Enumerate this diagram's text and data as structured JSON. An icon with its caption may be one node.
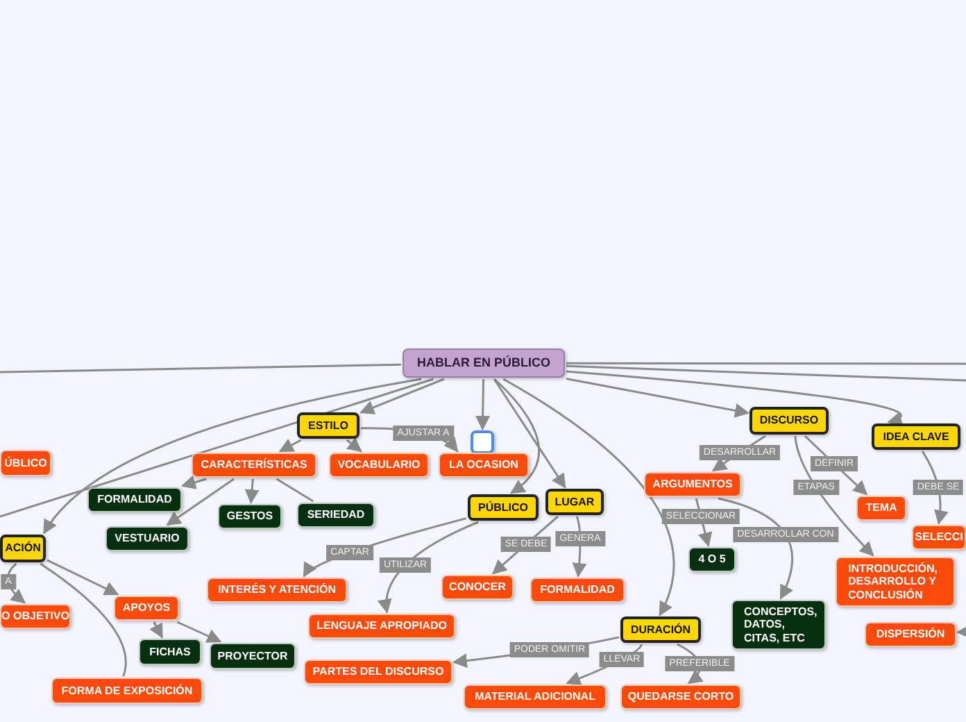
{
  "diagram": {
    "nodes": [
      {
        "text": [
          "HABLAR EN PÚBLICO"
        ]
      },
      {
        "text": [
          "ESTILO"
        ]
      },
      {
        "text": [
          "CARACTERÍSTICAS"
        ]
      },
      {
        "text": [
          "VOCABULARIO"
        ]
      },
      {
        "text": [],
        "shape": "box"
      },
      {
        "text": [
          "LA OCASION"
        ]
      },
      {
        "text": [
          "FORMALIDAD"
        ]
      },
      {
        "text": [
          "GESTOS"
        ]
      },
      {
        "text": [
          "SERIEDAD"
        ]
      },
      {
        "text": [
          "VESTUARIO"
        ]
      },
      {
        "text": [
          "PÚBLICO"
        ]
      },
      {
        "text": [
          "LUGAR"
        ]
      },
      {
        "text": [
          "INTERÉS Y ATENCIÓN"
        ]
      },
      {
        "text": [
          "CONOCER"
        ]
      },
      {
        "text": [
          "FORMALIDAD"
        ]
      },
      {
        "text": [
          "LENGUAJE APROPIADO"
        ]
      },
      {
        "text": [
          "PARTES DEL DISCURSO"
        ]
      },
      {
        "text": [
          "MATERIAL ADICIONAL"
        ]
      },
      {
        "text": [
          "DURACIÓN"
        ]
      },
      {
        "text": [
          "QUEDARSE CORTO"
        ]
      },
      {
        "text": [
          "DISCURSO"
        ]
      },
      {
        "text": [
          "ARGUMENTOS"
        ]
      },
      {
        "text": [
          "4 O 5"
        ]
      },
      {
        "text": [
          "CONCEPTOS, DATOS, CITAS, ETC"
        ]
      },
      {
        "text": [
          "TEMA"
        ]
      },
      {
        "text": [
          "INTRODUCCIÓN, DESARROLLO Y CONCLUSIÓN"
        ]
      },
      {
        "text": [
          "IDEA CLAVE"
        ]
      },
      {
        "text": [
          "SELECCI"
        ]
      },
      {
        "text": [
          "DISPERSIÓN"
        ]
      },
      {
        "text": [
          "ÚBLICO"
        ]
      },
      {
        "text": [
          "ACIÓN"
        ]
      },
      {
        "text": [
          "O OBJETIVO"
        ]
      },
      {
        "text": [
          "APOYOS"
        ]
      },
      {
        "text": [
          "FICHAS"
        ]
      },
      {
        "text": [
          "PROYECTOR"
        ]
      },
      {
        "text": [
          "FORMA DE EXPOSICIÓN"
        ]
      }
    ],
    "edges": [
      {
        "from": 0,
        "to": 1,
        "arrow": "to"
      },
      {
        "from": 0,
        "to": 4,
        "arrow": "to"
      },
      {
        "from": 0,
        "to": 10,
        "arrow": "to"
      },
      {
        "from": 0,
        "to": 11,
        "arrow": "to"
      },
      {
        "from": 0,
        "to": 20,
        "arrow": "to"
      },
      {
        "from": 0,
        "to": 26,
        "arrow": "to"
      },
      {
        "from": 0,
        "to": 18,
        "arrow": "to"
      },
      {
        "from": 0,
        "to": 30,
        "arrow": "to"
      },
      {
        "from": 0,
        "to": null,
        "arrow": "none"
      },
      {
        "from": 0,
        "to": null,
        "arrow": "none"
      },
      {
        "from": 0,
        "to": null,
        "arrow": "none"
      },
      {
        "from": 0,
        "to": null,
        "arrow": "none"
      },
      {
        "from": 1,
        "to": 2,
        "arrow": "to"
      },
      {
        "from": 1,
        "to": 3,
        "arrow": "to"
      },
      {
        "from": 1,
        "to": 5,
        "label": "AJUSTAR A",
        "arrow": "to"
      },
      {
        "from": 2,
        "to": 6,
        "arrow": "to"
      },
      {
        "from": 2,
        "to": 7,
        "arrow": "to"
      },
      {
        "from": 2,
        "to": 8,
        "arrow": "none"
      },
      {
        "from": 2,
        "to": 9,
        "arrow": "to"
      },
      {
        "from": 10,
        "to": 12,
        "label": "CAPTAR",
        "arrow": "to"
      },
      {
        "from": 10,
        "to": 15,
        "label": "UTILIZAR",
        "arrow": "to"
      },
      {
        "from": 11,
        "to": 13,
        "label": "SE DEBE",
        "arrow": "to"
      },
      {
        "from": 11,
        "to": 14,
        "label": "GENERA",
        "arrow": "to"
      },
      {
        "from": 18,
        "to": 16,
        "label": "PODER OMITIR",
        "arrow": "to"
      },
      {
        "from": 18,
        "to": 17,
        "label": "LLEVAR",
        "arrow": "to"
      },
      {
        "from": 18,
        "to": 19,
        "label": "PREFERIBLE",
        "arrow": "to"
      },
      {
        "from": 20,
        "to": 21,
        "label": "DESARROLLAR",
        "arrow": "to"
      },
      {
        "from": 20,
        "to": 24,
        "label": "DEFINIR",
        "arrow": "to"
      },
      {
        "from": 20,
        "to": 25,
        "label": "ETAPAS",
        "arrow": "to"
      },
      {
        "from": 21,
        "to": 22,
        "label": "SELECCIONAR",
        "arrow": "to"
      },
      {
        "from": 21,
        "to": 23,
        "label": "DESARROLLAR CON",
        "arrow": "to"
      },
      {
        "from": 26,
        "to": 27,
        "label": "DEBE SE",
        "arrow": "to"
      },
      {
        "from": null,
        "to": 28,
        "arrow": "to"
      },
      {
        "from": 30,
        "to": 31,
        "label": "A",
        "arrow": "to"
      },
      {
        "from": 30,
        "to": 32,
        "arrow": "to"
      },
      {
        "from": 30,
        "to": 35,
        "arrow": "none"
      },
      {
        "from": 32,
        "to": 33,
        "arrow": "to"
      },
      {
        "from": 32,
        "to": 34,
        "arrow": "to"
      }
    ]
  }
}
